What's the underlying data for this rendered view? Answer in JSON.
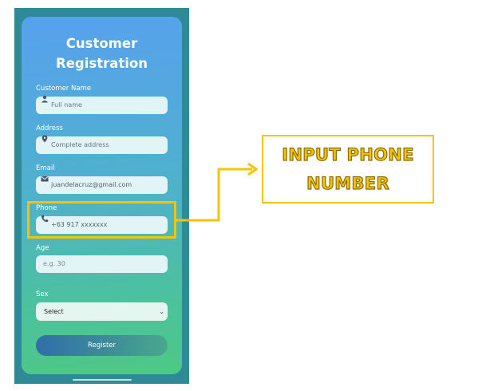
{
  "form": {
    "title": "Customer\nRegistration",
    "fields": {
      "name": {
        "label": "Customer Name",
        "placeholder": "Full name",
        "icon": "person-icon"
      },
      "address": {
        "label": "Address",
        "placeholder": "Complete address",
        "icon": "location-pin-icon"
      },
      "email": {
        "label": "Email",
        "value": "juandelacruz@gmail.com",
        "icon": "mail-icon"
      },
      "phone": {
        "label": "Phone",
        "value": "+63 917 xxxxxxx",
        "icon": "phone-icon"
      },
      "age": {
        "label": "Age",
        "placeholder": "e.g. 30"
      },
      "sex": {
        "label": "Sex",
        "selected": "Select"
      }
    },
    "register_label": "Register"
  },
  "annotation": {
    "callout_text": "INPUT PHONE\nNUMBER",
    "color": "#f5c400"
  }
}
